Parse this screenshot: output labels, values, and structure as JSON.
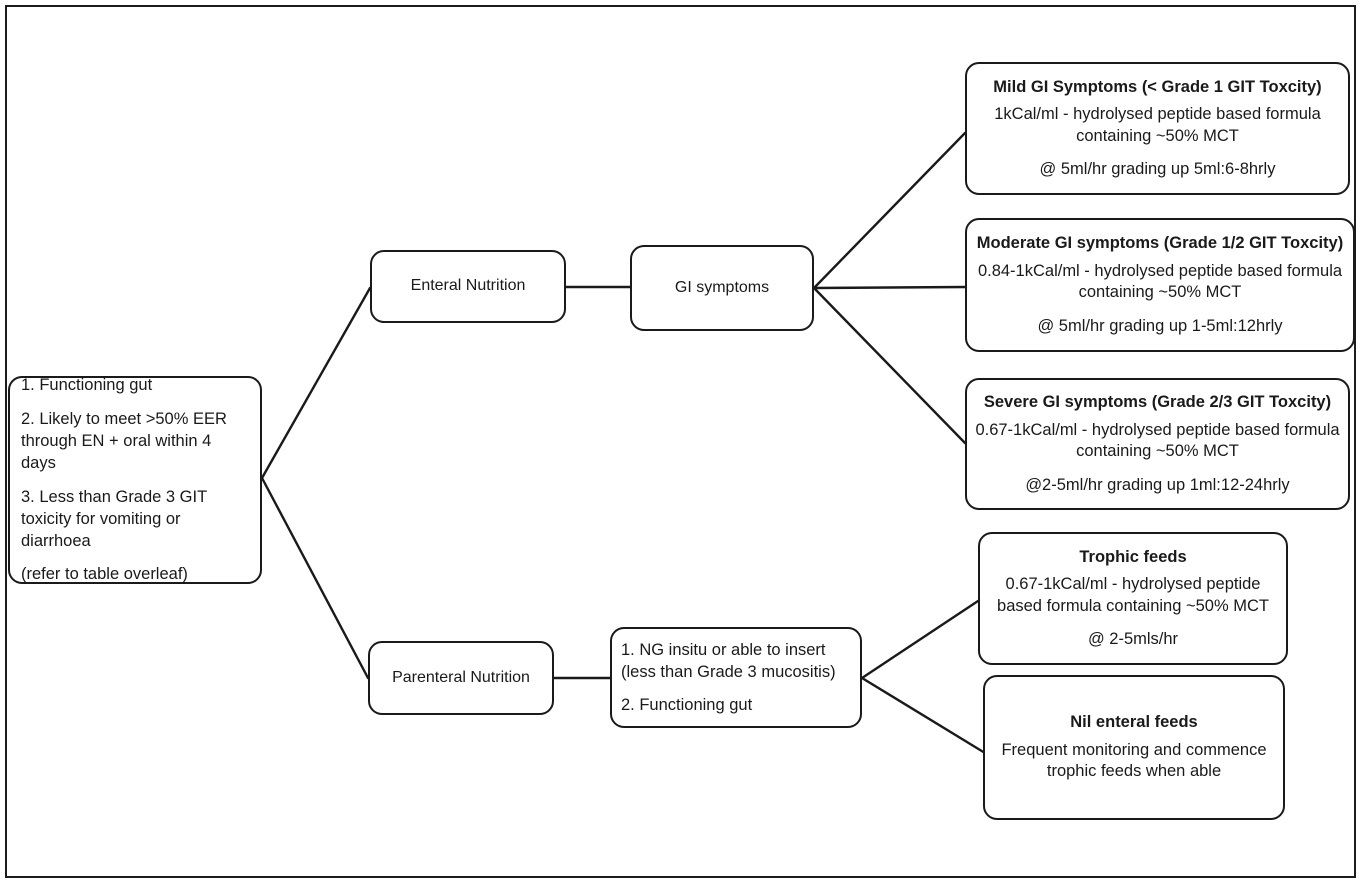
{
  "diagram": {
    "type": "flowchart",
    "title": "Nutrition support decision pathway",
    "nodes": {
      "criteria": {
        "name": "entry-criteria",
        "lines": [
          "1. Functioning gut",
          "2. Likely to meet >50% EER through EN + oral within 4 days",
          "3. Less than Grade 3 GIT toxicity for vomiting or diarrhoea",
          " (refer to table overleaf)"
        ]
      },
      "enteral": {
        "name": "enteral-nutrition",
        "label": "Enteral Nutrition"
      },
      "gi_symptoms": {
        "name": "gi-symptoms",
        "label": "GI symptoms"
      },
      "parenteral": {
        "name": "parenteral-nutrition",
        "label": "Parenteral Nutrition"
      },
      "ng_insitu": {
        "name": "ng-insitu-criteria",
        "lines": [
          "1.  NG insitu or able to insert",
          "(less than Grade 3 mucositis)",
          "2.  Functioning gut"
        ]
      },
      "mild": {
        "name": "mild-gi-symptoms",
        "title": "Mild GI Symptoms (< Grade 1 GIT Toxcity)",
        "formula": "1kCal/ml - hydrolysed peptide based formula containing ~50% MCT",
        "rate": "@ 5ml/hr grading up 5ml:6-8hrly"
      },
      "moderate": {
        "name": "moderate-gi-symptoms",
        "title": "Moderate GI symptoms (Grade 1/2 GIT Toxcity)",
        "formula": "0.84-1kCal/ml - hydrolysed peptide based formula containing ~50% MCT",
        "rate": "@ 5ml/hr grading up 1-5ml:12hrly"
      },
      "severe": {
        "name": "severe-gi-symptoms",
        "title": "Severe GI symptoms (Grade 2/3 GIT Toxcity)",
        "formula": "0.67-1kCal/ml - hydrolysed peptide based formula containing ~50% MCT",
        "rate": "@2-5ml/hr grading up 1ml:12-24hrly"
      },
      "trophic": {
        "name": "trophic-feeds",
        "title": "Trophic feeds",
        "formula": "0.67-1kCal/ml - hydrolysed peptide based formula containing ~50% MCT",
        "rate": "@ 2-5mls/hr"
      },
      "nil_enteral": {
        "name": "nil-enteral-feeds",
        "title": "Nil enteral feeds",
        "formula": "Frequent monitoring and commence trophic feeds when able"
      }
    },
    "colors": {
      "border": "#1a1a1a",
      "background": "#ffffff",
      "text": "#1a1a1a",
      "frame": "#1c1c1c"
    }
  }
}
